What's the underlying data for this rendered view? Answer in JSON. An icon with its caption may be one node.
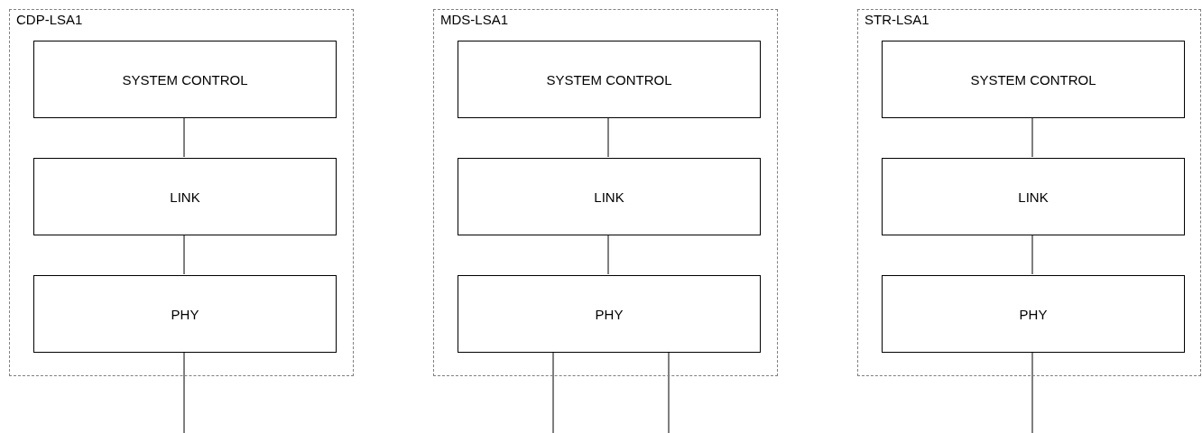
{
  "diagram": {
    "nodes": [
      {
        "text": [
          "CDP-LSA1"
        ]
      },
      {
        "text": [
          "SYSTEM CONTROL"
        ],
        "in": 0
      },
      {
        "text": [
          "LINK"
        ],
        "in": 0
      },
      {
        "text": [
          "PHY"
        ],
        "in": 0
      },
      {
        "text": [
          "MDS-LSA1"
        ]
      },
      {
        "text": [
          "SYSTEM CONTROL"
        ],
        "in": 4
      },
      {
        "text": [
          "LINK"
        ],
        "in": 4
      },
      {
        "text": [
          "PHY"
        ],
        "in": 4
      },
      {
        "text": [
          "STR-LSA1"
        ]
      },
      {
        "text": [
          "SYSTEM CONTROL"
        ],
        "in": 8
      },
      {
        "text": [
          "LINK"
        ],
        "in": 8
      },
      {
        "text": [
          "PHY"
        ],
        "in": 8
      }
    ],
    "edges": [
      {
        "from": 1,
        "to": 2,
        "arrow": "none"
      },
      {
        "from": 2,
        "to": 3,
        "arrow": "none"
      },
      {
        "from": 3,
        "to": null,
        "arrow": "none"
      },
      {
        "from": 5,
        "to": 6,
        "arrow": "none"
      },
      {
        "from": 6,
        "to": 7,
        "arrow": "none"
      },
      {
        "from": 7,
        "to": null,
        "arrow": "none"
      },
      {
        "from": 7,
        "to": null,
        "arrow": "none"
      },
      {
        "from": 9,
        "to": 10,
        "arrow": "none"
      },
      {
        "from": 10,
        "to": 11,
        "arrow": "none"
      },
      {
        "from": 11,
        "to": null,
        "arrow": "none"
      }
    ]
  }
}
